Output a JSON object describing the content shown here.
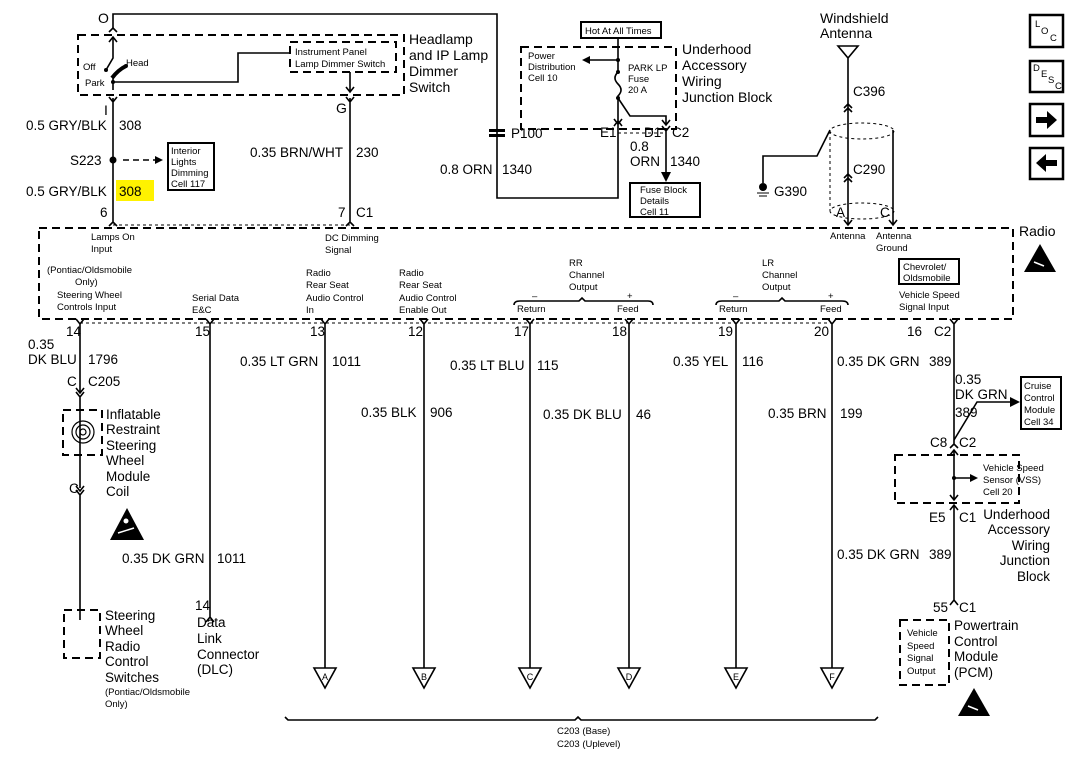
{
  "highlight_color": "#fff200",
  "headlamp_switch": {
    "connector_top": "O",
    "switch_positions": [
      "Off",
      "Head",
      "Park"
    ],
    "dimmer_inner": [
      "Instrument Panel",
      "Lamp Dimmer Switch"
    ],
    "title": [
      "Headlamp",
      "and IP Lamp",
      "Dimmer",
      "Switch"
    ],
    "pin_I": "I",
    "pin_G": "G"
  },
  "wires": {
    "w308_top": {
      "gauge_color": "0.5 GRY/BLK",
      "circuit": "308"
    },
    "w308_bottom": {
      "gauge_color": "0.5 GRY/BLK",
      "circuit": "308"
    },
    "splice": "S223",
    "interior_lights": [
      "Interior",
      "Lights",
      "Dimming",
      "Cell 117"
    ],
    "w230": {
      "gauge_color": "0.35 BRN/WHT",
      "circuit": "230"
    },
    "p100": "P100",
    "w1340a": {
      "gauge_color": "0.8 ORN",
      "circuit": "1340"
    },
    "w1340b": {
      "gauge": "0.8",
      "color": "ORN",
      "circuit": "1340"
    },
    "w1796": {
      "gauge": "0.35",
      "color": "DK BLU",
      "circuit": "1796"
    },
    "w1011_ltgrn": {
      "gauge_color": "0.35 LT GRN",
      "circuit": "1011"
    },
    "w906": {
      "gauge_color": "0.35 BLK",
      "circuit": "906"
    },
    "w115": {
      "gauge_color": "0.35 LT BLU",
      "circuit": "115"
    },
    "w46": {
      "gauge_color": "0.35 DK BLU",
      "circuit": "46"
    },
    "w116": {
      "gauge_color": "0.35 YEL",
      "circuit": "116"
    },
    "w199": {
      "gauge_color": "0.35 BRN",
      "circuit": "199"
    },
    "w389a": {
      "gauge_color": "0.35 DK GRN",
      "circuit": "389"
    },
    "w389b": {
      "gauge": "0.35",
      "color": "DK GRN",
      "circuit": "389"
    },
    "w389c": {
      "gauge_color": "0.35 DK GRN",
      "circuit": "389"
    },
    "w1011_dkgrn": {
      "gauge_color": "0.35 DK GRN",
      "circuit": "1011"
    }
  },
  "underhood_top": {
    "hot": "Hot At All Times",
    "power_dist": [
      "Power",
      "Distribution",
      "Cell 10"
    ],
    "fuse": [
      "PARK LP",
      "Fuse",
      "20 A"
    ],
    "title": [
      "Underhood",
      "Accessory",
      "Wiring",
      "Junction Block"
    ],
    "pins": {
      "e1": "E1",
      "d1": "D1",
      "c2": "C2"
    },
    "fuse_block": [
      "Fuse Block",
      "Details",
      "Cell 11"
    ]
  },
  "antenna": {
    "title": [
      "Windshield",
      "Antenna"
    ],
    "c396": "C396",
    "c290": "C290",
    "g390": "G390",
    "pin_a": "A",
    "pin_c": "C"
  },
  "radio": {
    "title": "Radio",
    "pins_top": {
      "p6": "6",
      "p7": "7",
      "c1": "C1"
    },
    "labels": {
      "lamps_on": [
        "Lamps On",
        "Input"
      ],
      "dc_dimming": [
        "DC Dimming",
        "Signal"
      ],
      "antenna": "Antenna",
      "antenna_ground": [
        "Antenna",
        "Ground"
      ],
      "steering": [
        "(Pontiac/Oldsmobile",
        "Only)",
        "Steering Wheel",
        "Controls Input"
      ],
      "serial": [
        "Serial Data",
        "E&C"
      ],
      "rs_in": [
        "Radio",
        "Rear Seat",
        "Audio Control",
        "In"
      ],
      "rs_out": [
        "Radio",
        "Rear Seat",
        "Audio Control",
        "Enable Out"
      ],
      "rr": [
        "RR",
        "Channel",
        "Output"
      ],
      "lr": [
        "LR",
        "Channel",
        "Output"
      ],
      "minus": "–",
      "plus": "+",
      "return": "Return",
      "feed": "Feed",
      "chev_olds": [
        "Chevrolet/",
        "Oldsmobile"
      ],
      "vss_input": [
        "Vehicle Speed",
        "Signal Input"
      ]
    },
    "pins_bottom": [
      "14",
      "15",
      "13",
      "12",
      "17",
      "18",
      "19",
      "20",
      "16"
    ],
    "pin16_conn": "C2"
  },
  "lower_left": {
    "c205_pin": "C",
    "c205": "C205",
    "coil_title": [
      "Inflatable",
      "Restraint",
      "Steering",
      "Wheel",
      "Module",
      "Coil"
    ],
    "coil_pin2": "C",
    "swc_title": [
      "Steering",
      "Wheel",
      "Radio",
      "Control",
      "Switches"
    ],
    "swc_note": [
      "(Pontiac/Oldsmobile",
      "Only)"
    ],
    "dlc_pin": "14",
    "dlc_title": [
      "Data",
      "Link",
      "Connector",
      "(DLC)"
    ]
  },
  "offpage": [
    "A",
    "B",
    "C",
    "D",
    "E",
    "F"
  ],
  "c203": [
    "C203 (Base)",
    "C203 (Uplevel)"
  ],
  "right_lower": {
    "cruise": [
      "Cruise",
      "Control",
      "Module",
      "Cell 34"
    ],
    "c8": "C8",
    "c2": "C2",
    "vss": [
      "Vehicle Speed",
      "Sensor (VSS)",
      "Cell 20"
    ],
    "e5": "E5",
    "c1": "C1",
    "uawjb": [
      "Underhood",
      "Accessory",
      "Wiring",
      "Junction",
      "Block"
    ],
    "p55": "55",
    "p55c": "C1",
    "pcm_inner": [
      "Vehicle",
      "Speed",
      "Signal",
      "Output"
    ],
    "pcm_title": [
      "Powertrain",
      "Control",
      "Module",
      "(PCM)"
    ]
  },
  "nav": {
    "loc": [
      "L",
      "O",
      "C"
    ],
    "desc": [
      "D",
      "E",
      "S",
      "C"
    ],
    "next_icon": "arrow-right-icon",
    "prev_icon": "arrow-left-icon"
  }
}
